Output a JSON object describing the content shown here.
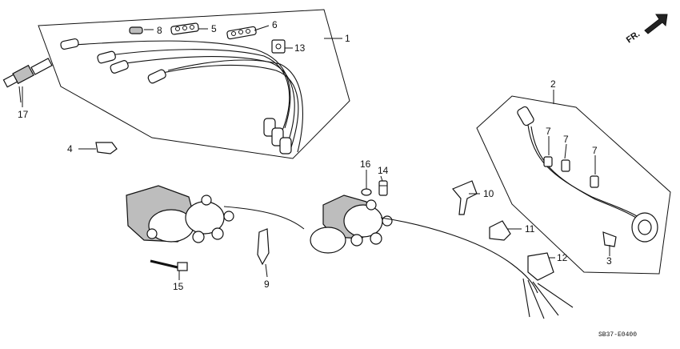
{
  "labels": {
    "l1": "1",
    "l2": "2",
    "l3": "3",
    "l4": "4",
    "l5": "5",
    "l6": "6",
    "l7a": "7",
    "l7b": "7",
    "l7c": "7",
    "l8": "8",
    "l9": "9",
    "l10": "10",
    "l11": "11",
    "l12": "12",
    "l13": "13",
    "l14": "14",
    "l15": "15",
    "l16": "16",
    "l17": "17"
  },
  "direction": "FR.",
  "diagram_code": "SB37-E0400"
}
